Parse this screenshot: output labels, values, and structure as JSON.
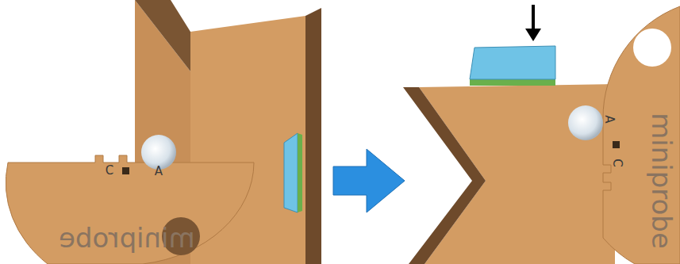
{
  "diagram": {
    "labels": [
      "C",
      "A",
      "miniprobe",
      "A",
      "C",
      "miniprobe"
    ]
  }
}
